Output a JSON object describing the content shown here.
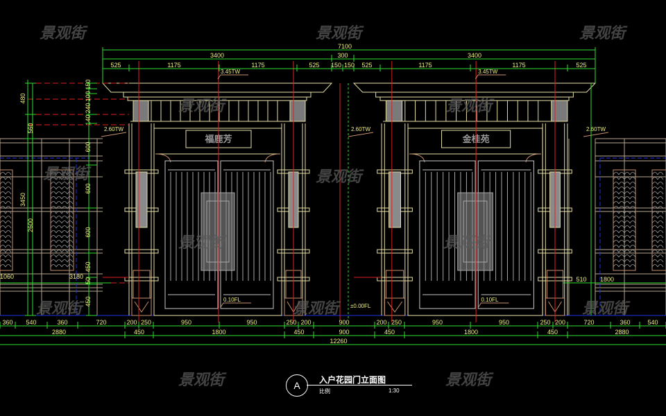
{
  "watermark": "景观街",
  "drawing_title": "入户花园门立面图",
  "detail_marker": "A",
  "scale_label": "比例",
  "scale_value": "1:30",
  "signs": [
    "福鹿芳",
    "金桂苑"
  ],
  "elevation_labels": {
    "top": "3.45TW",
    "mid": "2.60TW",
    "floor": "0.10FL",
    "ground": "±0.00FL"
  },
  "top_dims": {
    "overall": "7100",
    "row2": [
      "3400",
      "300",
      "3400"
    ],
    "row3": [
      "525",
      "1175",
      "1175",
      "525",
      "150",
      "150",
      "525",
      "1175",
      "1175",
      "525"
    ]
  },
  "left_dims": {
    "outer": [
      "480",
      "560",
      "3450",
      "2600"
    ],
    "inner": [
      "100",
      "150",
      "240",
      "140",
      "600",
      "600",
      "600",
      "450",
      "50",
      "450"
    ],
    "misc": [
      "1060",
      "3180"
    ]
  },
  "right_dims": [
    "510",
    "1800"
  ],
  "bottom_dims": {
    "row1": [
      "360",
      "540",
      "360",
      "720",
      "200",
      "250",
      "950",
      "950",
      "250",
      "200",
      "900",
      "200",
      "250",
      "950",
      "950",
      "250",
      "200",
      "720",
      "360",
      "540"
    ],
    "row2": [
      "2880",
      "450",
      "1800",
      "450",
      "900",
      "450",
      "1800",
      "450",
      "2880"
    ],
    "total": "12260"
  },
  "colors": {
    "background": "#000000",
    "dimension": "#30e030",
    "text": "#f0f080",
    "outline": "#e8e0a8",
    "ornament": "#c89070",
    "centerline": "#e02020",
    "boundary": "#2030e0",
    "fill_grey": "#8a8a8a"
  }
}
